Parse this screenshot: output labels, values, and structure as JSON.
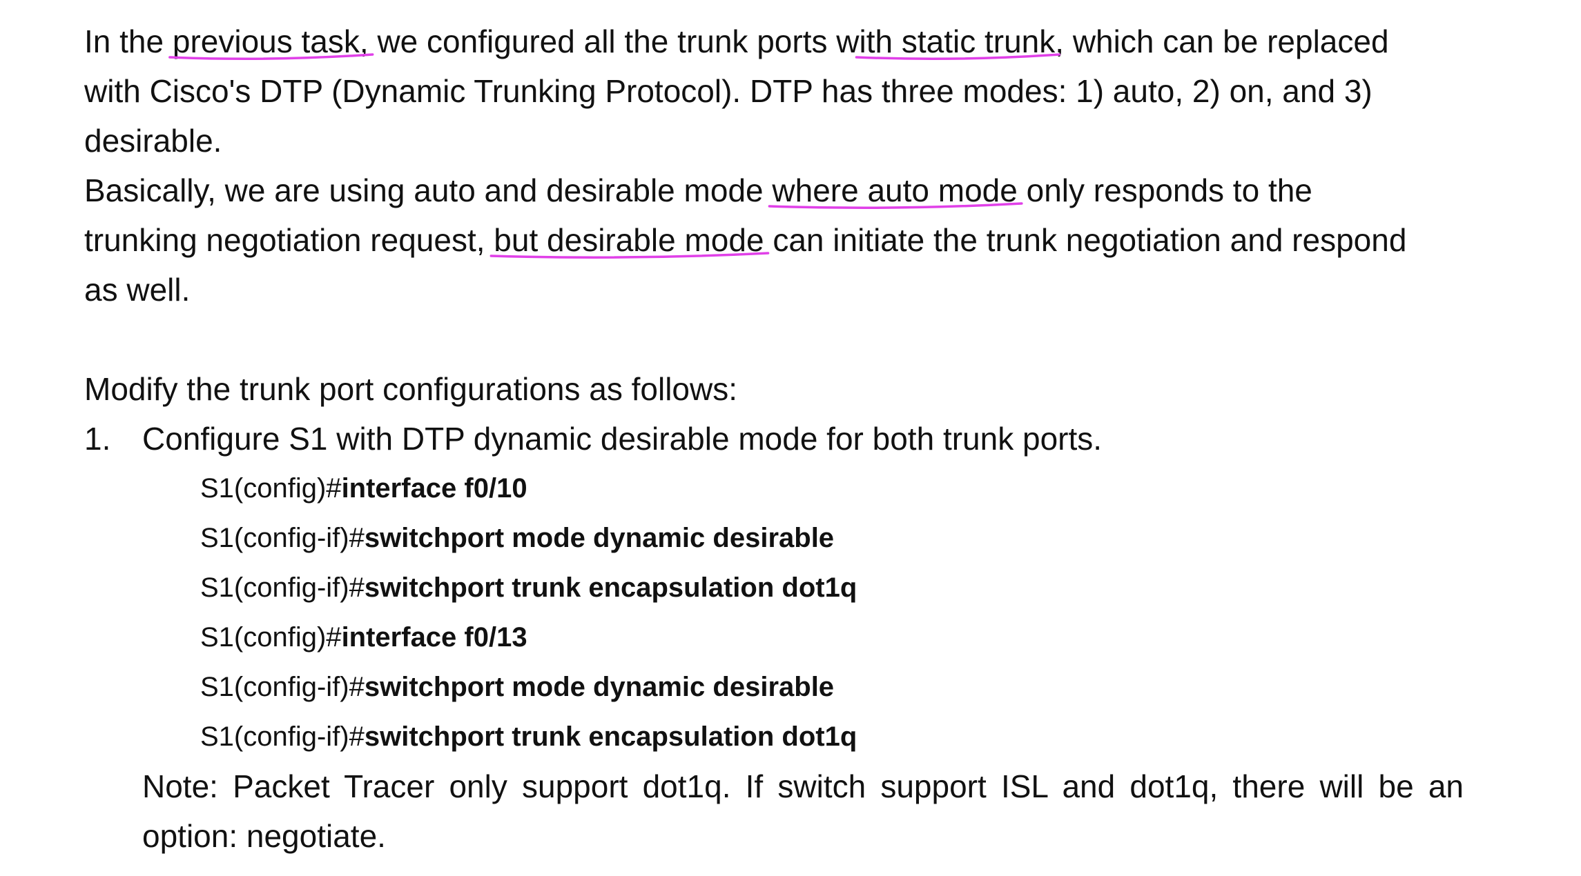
{
  "intro": {
    "line1": {
      "a": "In the ",
      "u1": "previous task,",
      "b": " we configured all the trunk ports w",
      "u2": "ith static trunk",
      "c": ", which can be replaced"
    },
    "line2": "with Cisco's DTP (Dynamic Trunking Protocol). DTP has three modes: 1) auto, 2) on, and 3)",
    "line3": "desirable."
  },
  "basically": {
    "line1": {
      "a": "Basically, we are using auto and desirable mode ",
      "u1": "where auto mode",
      "b": " only responds to the"
    },
    "line2": {
      "a": "trunking negotiation request, ",
      "u1": "but desirable mode",
      "b": " can initiate the trunk negotiation and respond"
    },
    "line3": "as well."
  },
  "modify_heading": "Modify the trunk port configurations as follows:",
  "step1": {
    "number": "1.",
    "text": "Configure S1 with DTP dynamic desirable mode for both trunk ports."
  },
  "commands": [
    {
      "prompt": "S1(config)#",
      "command": "interface f0/10"
    },
    {
      "prompt": "S1(config-if)#",
      "command": "switchport mode dynamic desirable"
    },
    {
      "prompt": "S1(config-if)#",
      "command": "switchport trunk encapsulation dot1q"
    },
    {
      "prompt": "S1(config)#",
      "command": "interface f0/13"
    },
    {
      "prompt": "S1(config-if)#",
      "command": "switchport mode dynamic desirable"
    },
    {
      "prompt": "S1(config-if)#",
      "command": "switchport trunk encapsulation dot1q"
    }
  ],
  "note": {
    "line1": "Note: Packet Tracer only support dot1q. If switch support ISL and dot1q, there will be an",
    "line2": "option: negotiate."
  },
  "colors": {
    "text": "#111111",
    "underline_annotation": "#e040e8"
  }
}
